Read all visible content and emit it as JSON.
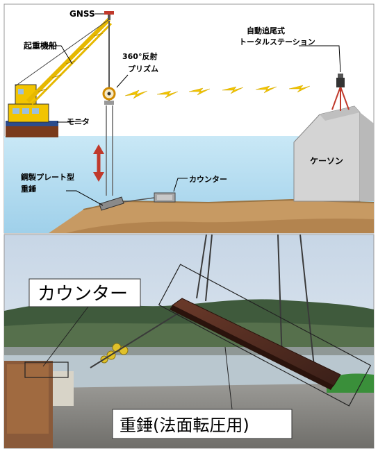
{
  "diagram": {
    "labels": {
      "gnss": "GNSS",
      "crane_ship": "起重機船",
      "prism_line1": "360°反射",
      "prism_line2": "プリズム",
      "total_station_line1": "自動追尾式",
      "total_station_line2": "トータルステーション",
      "monitor": "モニタ",
      "weight_line1": "鋼製プレート型",
      "weight_line2": "重錘",
      "counter": "カウンター",
      "caisson": "ケーソン"
    }
  },
  "photo": {
    "labels": {
      "counter": "カウンター",
      "weight": "重錘(法面転圧用)"
    }
  },
  "colors": {
    "water": "#a9d8ee",
    "seabed": "#c79a63",
    "rope": "#4a4a4a",
    "laser": "#f2c400",
    "arrow": "#c0392b"
  }
}
